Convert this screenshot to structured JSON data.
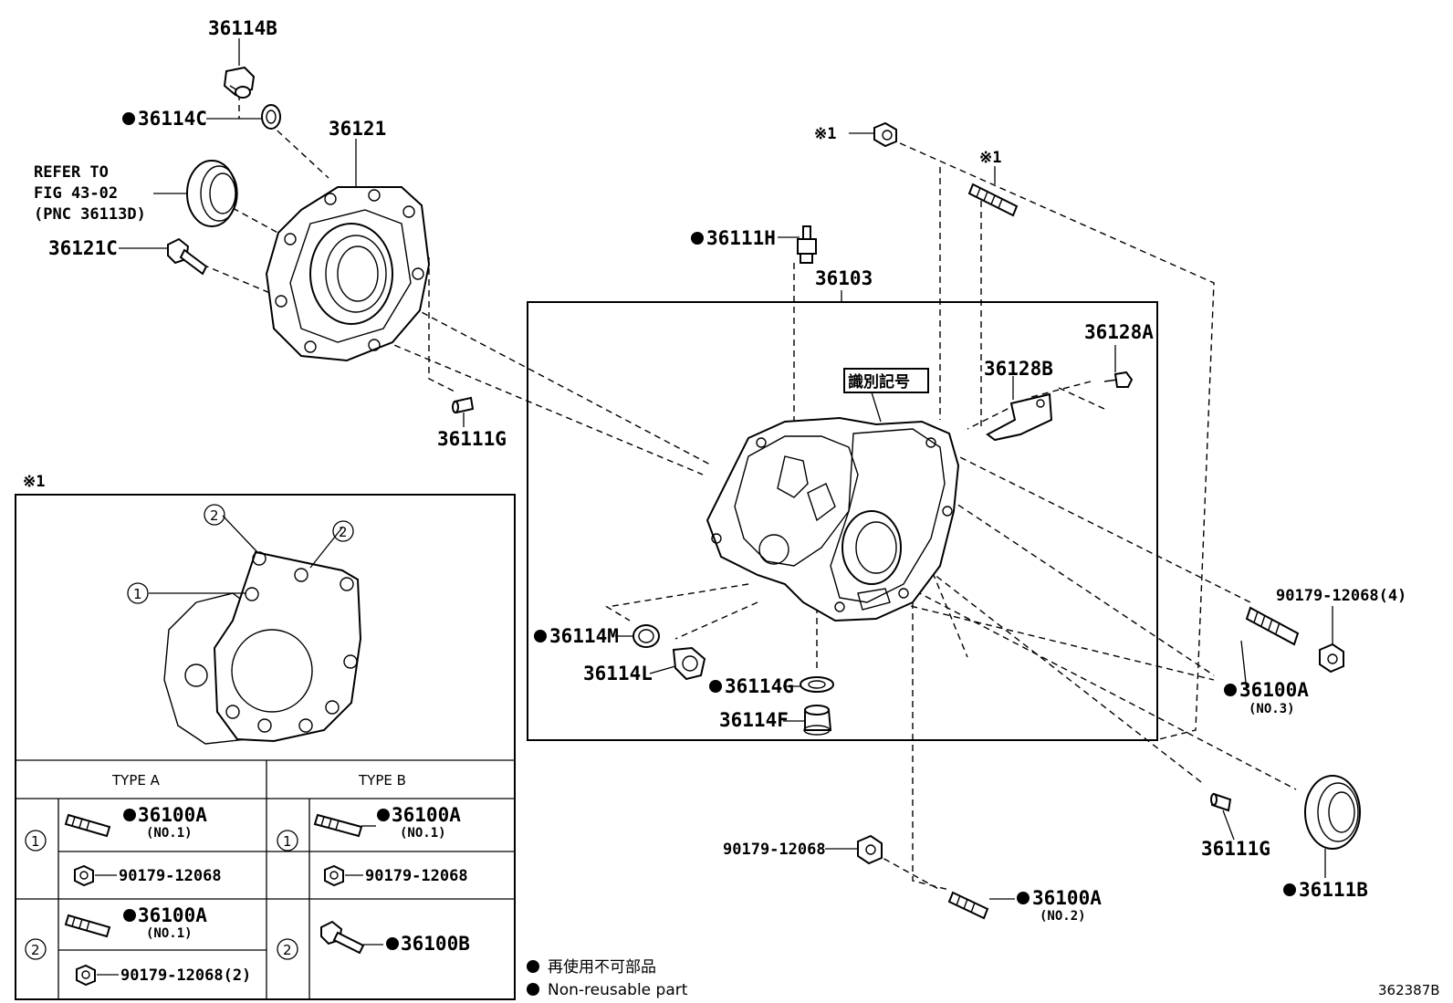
{
  "labels": {
    "p36114B": "36114B",
    "p36114C": "36114C",
    "p36121": "36121",
    "refer1": "REFER TO",
    "refer2": "FIG 43-02",
    "refer3": "(PNC 36113D)",
    "p36121C": "36121C",
    "p36111G_top": "36111G",
    "ref1_top": "※1",
    "ref1_stud": "※1",
    "p36111H": "36111H",
    "p36103": "36103",
    "p36128A": "36128A",
    "p36128B": "36128B",
    "id_mark": "識別記号",
    "p90179_4": "90179-12068(4)",
    "p36100A_no3": "36100A",
    "no3": "(NO.3)",
    "p36114M": "36114M",
    "p36114L": "36114L",
    "p36114G": "36114G",
    "p36114F": "36114F",
    "p36111G_right": "36111G",
    "p36111B": "36111B",
    "p90179_bottom": "90179-12068",
    "p36100A_no2": "36100A",
    "no2": "(NO.2)",
    "inset_ref": "※1",
    "circle1": "1",
    "circle2": "2"
  },
  "table": {
    "type_a": "TYPE A",
    "type_b": "TYPE B",
    "row1_label": "1",
    "row2_label": "2",
    "a1_part": "36100A",
    "a1_no": "(NO.1)",
    "a1_nut": "90179-12068",
    "b1_part": "36100A",
    "b1_no": "(NO.1)",
    "b1_nut": "90179-12068",
    "a2_part": "36100A",
    "a2_no": "(NO.1)",
    "a2_nut": "90179-12068(2)",
    "b2_part": "36100B"
  },
  "legend": {
    "jp": "再使用不可部品",
    "en": "Non-reusable part"
  },
  "figure_id": "362387B"
}
